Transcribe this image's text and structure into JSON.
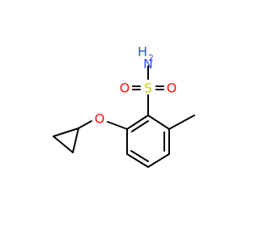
{
  "molecule": {
    "atoms": {
      "nitrogen": {
        "symbol": "N",
        "hydrogens": "H",
        "subscript": "2",
        "color": "#3050F8"
      },
      "sulfur": {
        "symbol": "S",
        "color": "#CCCC00"
      },
      "oxygen_left": {
        "symbol": "O",
        "color": "#FF0D0D"
      },
      "oxygen_right": {
        "symbol": "O",
        "color": "#FF0D0D"
      },
      "oxygen_ether": {
        "symbol": "O",
        "color": "#FF0D0D"
      }
    },
    "bond_color": "#000000"
  }
}
